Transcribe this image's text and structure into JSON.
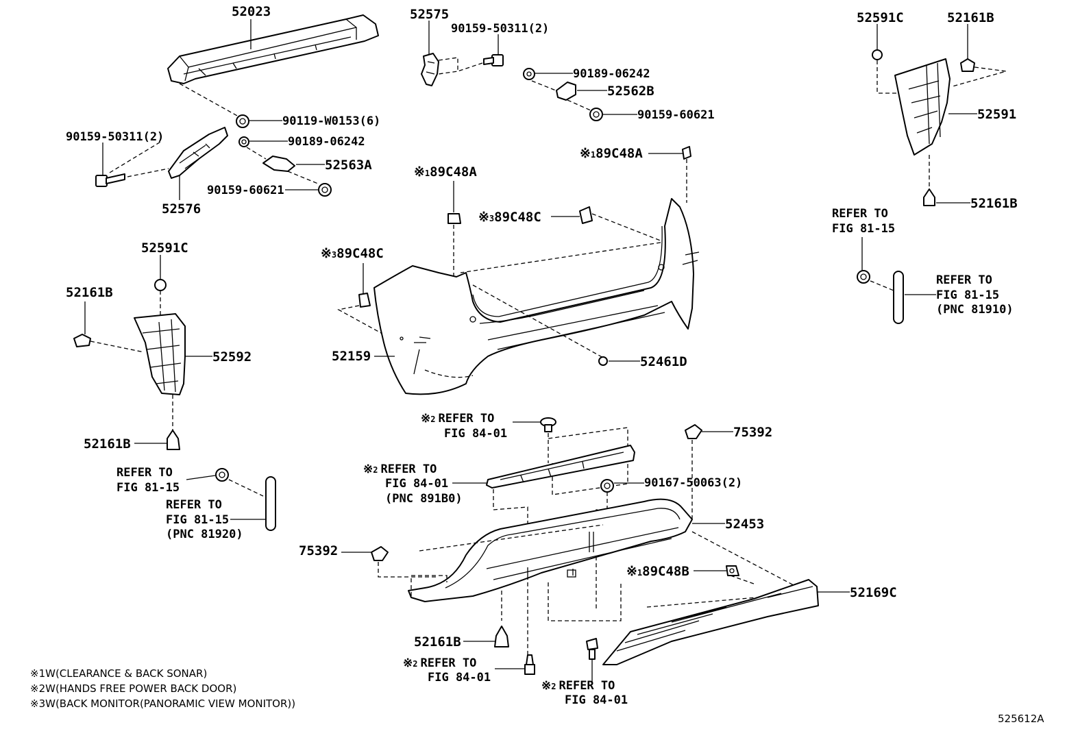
{
  "parts": {
    "p52023": "52023",
    "p52575": "52575",
    "p90159_50311_top": "90159-50311(2)",
    "p90189_06242_right": "90189-06242",
    "p52562B": "52562B",
    "p90159_60621_right": "90159-60621",
    "p90119_W0153": "90119-W0153(6)",
    "p90159_50311_left": "90159-50311(2)",
    "p90189_06242_left": "90189-06242",
    "p52563A": "52563A",
    "p90159_60621_left": "90159-60621",
    "p52576": "52576",
    "p52591C_right": "52591C",
    "p52161B_right_top": "52161B",
    "p52591": "52591",
    "p52161B_right_bottom": "52161B",
    "p89C48A_right_num": "1",
    "p89C48A_right": "89C48A",
    "p89C48A_center_num": "1",
    "p89C48A_center": "89C48A",
    "p89C48C_right_num": "3",
    "p89C48C_right": "89C48C",
    "p89C48C_left_num": "3",
    "p89C48C_left": "89C48C",
    "p52591C_left": "52591C",
    "p52161B_left_top": "52161B",
    "p52592": "52592",
    "p52159": "52159",
    "p52461D": "52461D",
    "p52161B_left_bottom": "52161B",
    "p75392_right": "75392",
    "p90167_50063": "90167-50063(2)",
    "p52453": "52453",
    "p75392_left": "75392",
    "p89C48B_num": "1",
    "p89C48B": "89C48B",
    "p52169C": "52169C",
    "p52161B_bottom": "52161B"
  },
  "refs": {
    "ref_right_clip": [
      "REFER TO",
      "FIG 81-15"
    ],
    "ref_right_reflector": [
      "REFER TO",
      "FIG 81-15",
      "(PNC 81910)"
    ],
    "ref_left_clip": [
      "REFER TO",
      "FIG 81-15"
    ],
    "ref_left_reflector": [
      "REFER TO",
      "FIG 81-15",
      "(PNC 81920)"
    ],
    "ref_top_clip_num": "2",
    "ref_top_clip": [
      "REFER TO",
      "FIG 84-01"
    ],
    "ref_sensor_num": "2",
    "ref_sensor": [
      "REFER TO",
      "FIG 84-01",
      "(PNC 891B0)"
    ],
    "ref_bottom_bolt_num": "2",
    "ref_bottom_bolt": [
      "REFER TO",
      "FIG 84-01"
    ],
    "ref_bottom_clip_num": "2",
    "ref_bottom_clip": [
      "REFER TO",
      "FIG 84-01"
    ]
  },
  "notes": [
    {
      "mark": "※1",
      "text": "W(CLEARANCE & BACK SONAR)"
    },
    {
      "mark": "※2",
      "text": "W(HANDS FREE POWER BACK DOOR)"
    },
    {
      "mark": "※3",
      "text": "W(BACK MONITOR(PANORAMIC VIEW MONITOR))"
    }
  ],
  "ref_mark": "※",
  "diagram_id": "525612A"
}
